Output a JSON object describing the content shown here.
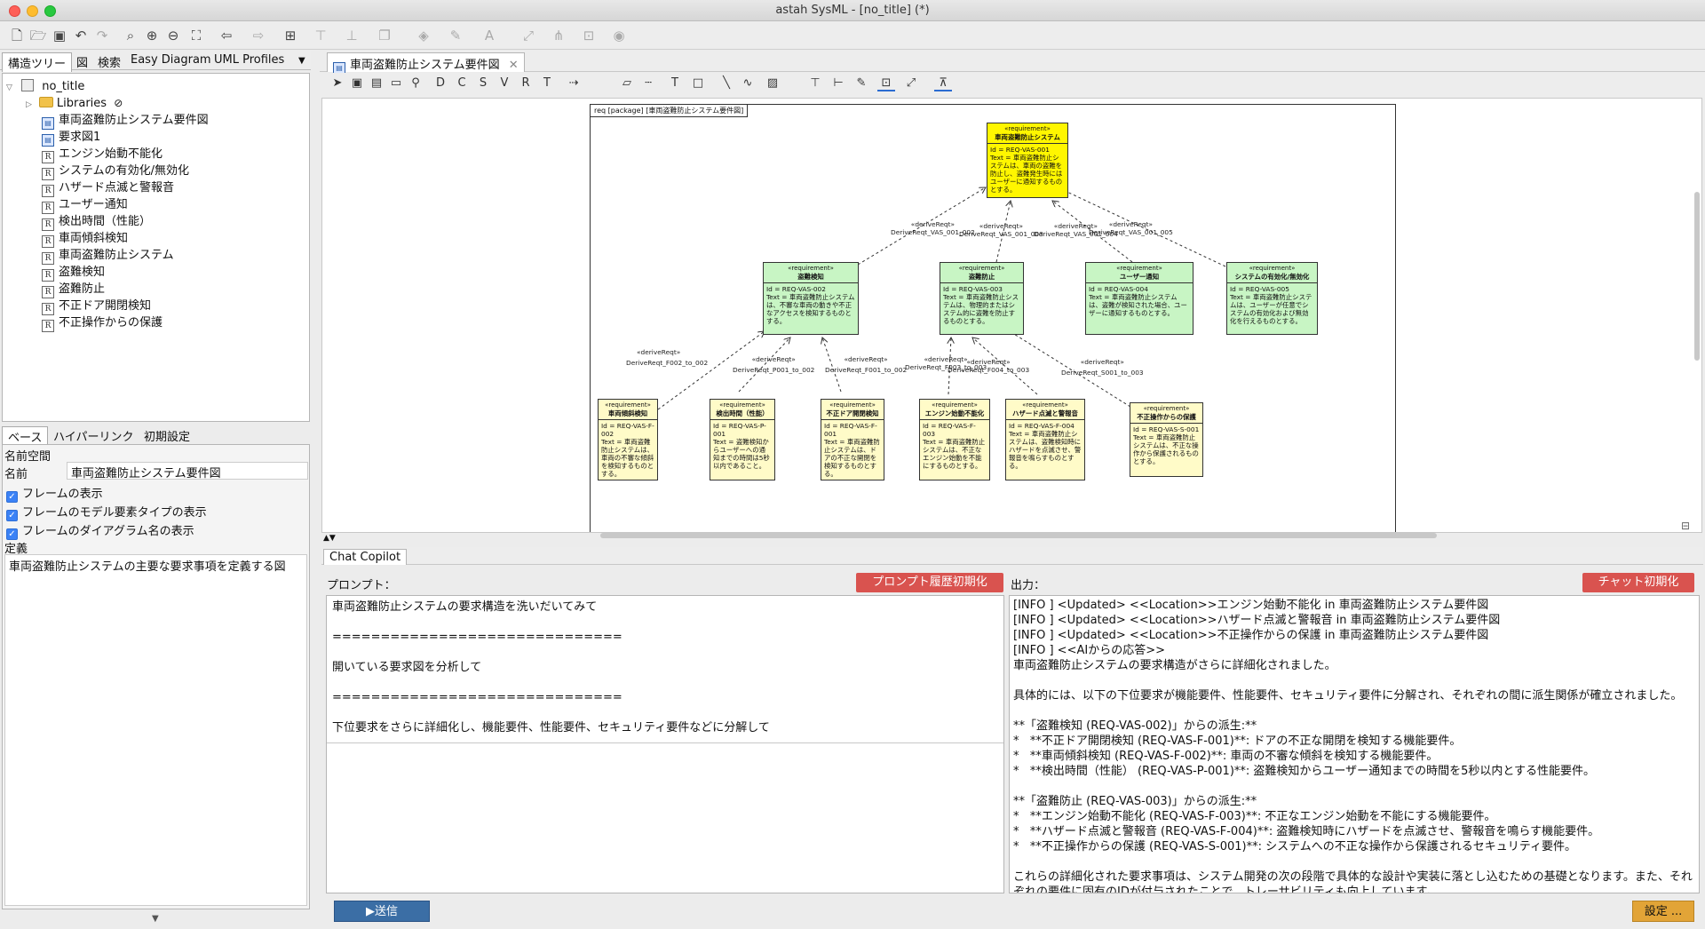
{
  "window": {
    "title": "astah SysML - [no_title] (*)"
  },
  "colors": {
    "yellow_req": "#fff600",
    "green_req": "#c8f5c4",
    "light_req": "#fffbc8",
    "red_button": "#d9534f",
    "send_button": "#3b6ea5",
    "settings_button": "#e2a437"
  },
  "left_tabs": [
    "構造ツリー",
    "図",
    "検索",
    "Easy Diagram",
    "UML Profiles"
  ],
  "tree": {
    "root": "no_title",
    "items": [
      {
        "icon": "folder",
        "label": "Libraries"
      },
      {
        "icon": "diagram",
        "label": "車両盗難防止システム要件図"
      },
      {
        "icon": "diagram",
        "label": "要求図1"
      },
      {
        "icon": "req",
        "label": "エンジン始動不能化"
      },
      {
        "icon": "req",
        "label": "システムの有効化/無効化"
      },
      {
        "icon": "req",
        "label": "ハザード点滅と警報音"
      },
      {
        "icon": "req",
        "label": "ユーザー通知"
      },
      {
        "icon": "req",
        "label": "検出時間（性能）"
      },
      {
        "icon": "req",
        "label": "車両傾斜検知"
      },
      {
        "icon": "req",
        "label": "車両盗難防止システム"
      },
      {
        "icon": "req",
        "label": "盗難検知"
      },
      {
        "icon": "req",
        "label": "盗難防止"
      },
      {
        "icon": "req",
        "label": "不正ドア開閉検知"
      },
      {
        "icon": "req",
        "label": "不正操作からの保護"
      }
    ],
    "req_icon_letter": "R"
  },
  "props_tabs": [
    "ベース",
    "ハイパーリンク",
    "初期設定"
  ],
  "props": {
    "namespace_label": "名前空間",
    "name_label": "名前",
    "name_value": "車両盗難防止システム要件図",
    "checkboxes": [
      "フレームの表示",
      "フレームのモデル要素タイプの表示",
      "フレームのダイアグラム名の表示"
    ],
    "definition_label": "定義",
    "definition_value": "車両盗難防止システムの主要な要求事項を定義する図"
  },
  "diagram_tab": "車両盗難防止システム要件図",
  "diagram": {
    "frame_label": "req [package] [車両盗難防止システム要件図]",
    "stereotype": "«requirement»",
    "requirements": {
      "root": {
        "name": "車両盗難防止システム",
        "body": "Id = REQ-VAS-001\nText = 車両盗難防止システムは、車両の盗難を防止し、盗難発生時にはユーザーに通知するものとする。"
      },
      "r002": {
        "name": "盗難検知",
        "body": "Id = REQ-VAS-002\nText = 車両盗難防止システムは、不審な車両の動きや不正なアクセスを検知するものとする。"
      },
      "r003": {
        "name": "盗難防止",
        "body": "Id = REQ-VAS-003\nText = 車両盗難防止システムは、物理的またはシステム的に盗難を防止するものとする。"
      },
      "r004": {
        "name": "ユーザー通知",
        "body": "Id = REQ-VAS-004\nText = 車両盗難防止システムは、盗難が検知された場合、ユーザーに通知するものとする。"
      },
      "r005": {
        "name": "システムの有効化/無効化",
        "body": "Id = REQ-VAS-005\nText = 車両盗難防止システムは、ユーザーが任意でシステムの有効化および無効化を行えるものとする。"
      },
      "f002": {
        "name": "車両傾斜検知",
        "body": "Id = REQ-VAS-F-002\nText = 車両盗難防止システムは、車両の不審な傾斜を検知するものとする。"
      },
      "p001": {
        "name": "検出時間（性能）",
        "body": "Id = REQ-VAS-P-001\nText = 盗難検知からユーザーへの通知までの時間は5秒以内であること。"
      },
      "f001": {
        "name": "不正ドア開閉検知",
        "body": "Id = REQ-VAS-F-001\nText = 車両盗難防止システムは、ドアの不正な開閉を検知するものとする。"
      },
      "f003": {
        "name": "エンジン始動不能化",
        "body": "Id = REQ-VAS-F-003\nText = 車両盗難防止システムは、不正なエンジン始動を不能にするものとする。"
      },
      "f004": {
        "name": "ハザード点滅と警報音",
        "body": "Id = REQ-VAS-F-004\nText = 車両盗難防止システムは、盗難検知時にハザードを点滅させ、警報音を鳴らすものとする。"
      },
      "s001": {
        "name": "不正操作からの保護",
        "body": "Id = REQ-VAS-S-001\nText = 車両盗難防止システムは、不正な操作から保護されるものとする。"
      }
    },
    "edge_stereo": "«deriveReqt»",
    "edges": {
      "e002": "DeriveReqt_VAS_001_002",
      "e003": "DeriveReqt_VAS_001_003",
      "e004": "DeriveReqt_VAS_001_004",
      "e005": "DeriveReqt_VAS_001_005",
      "ef002": "DeriveReqt_F002_to_002",
      "ep001": "DeriveReqt_P001_to_002",
      "ef001": "DeriveReqt_F001_to_002",
      "ef003": "DeriveReqt_F003_to_003",
      "ef004": "DeriveReqt_F004_to_003",
      "es001": "DeriveReqt_S001_to_003"
    }
  },
  "chat": {
    "tab": "Chat Copilot",
    "prompt_label": "プロンプト：",
    "prompt_reset": "プロンプト履歴初期化",
    "output_label": "出力：",
    "chat_reset": "チャット初期化",
    "prompt_text": "車両盗難防止システムの要求構造を洗いだいてみて\n\n==============================\n\n開いている要求図を分析して\n\n==============================\n\n下位要求をさらに詳細化し、機能要件、性能要件、セキュリティ要件などに分解して",
    "output_text": "[INFO ] <Updated> <<Location>>エンジン始動不能化 in 車両盗難防止システム要件図\n[INFO ] <Updated> <<Location>>ハザード点滅と警報音 in 車両盗難防止システム要件図\n[INFO ] <Updated> <<Location>>不正操作からの保護 in 車両盗難防止システム要件図\n[INFO ] <<AIからの応答>>\n車両盗難防止システムの要求構造がさらに詳細化されました。\n\n具体的には、以下の下位要求が機能要件、性能要件、セキュリティ要件に分解され、それぞれの間に派生関係が確立されました。\n\n**「盗難検知 (REQ-VAS-002)」からの派生:**\n*   **不正ドア開閉検知 (REQ-VAS-F-001)**: ドアの不正な開閉を検知する機能要件。\n*   **車両傾斜検知 (REQ-VAS-F-002)**: 車両の不審な傾斜を検知する機能要件。\n*   **検出時間（性能） (REQ-VAS-P-001)**: 盗難検知からユーザー通知までの時間を5秒以内とする性能要件。\n\n**「盗難防止 (REQ-VAS-003)」からの派生:**\n*   **エンジン始動不能化 (REQ-VAS-F-003)**: 不正なエンジン始動を不能にする機能要件。\n*   **ハザード点滅と警報音 (REQ-VAS-F-004)**: 盗難検知時にハザードを点滅させ、警報音を鳴らす機能要件。\n*   **不正操作からの保護 (REQ-VAS-S-001)**: システムへの不正な操作から保護されるセキュリティ要件。\n\nこれらの詳細化された要求事項は、システム開発の次の段階で具体的な設計や実装に落とし込むための基礎となります。また、それぞれの要件に固有のIDが付与されたことで、トレーサビリティも向上しています。",
    "send": "▶送信",
    "settings": "設定 ..."
  }
}
